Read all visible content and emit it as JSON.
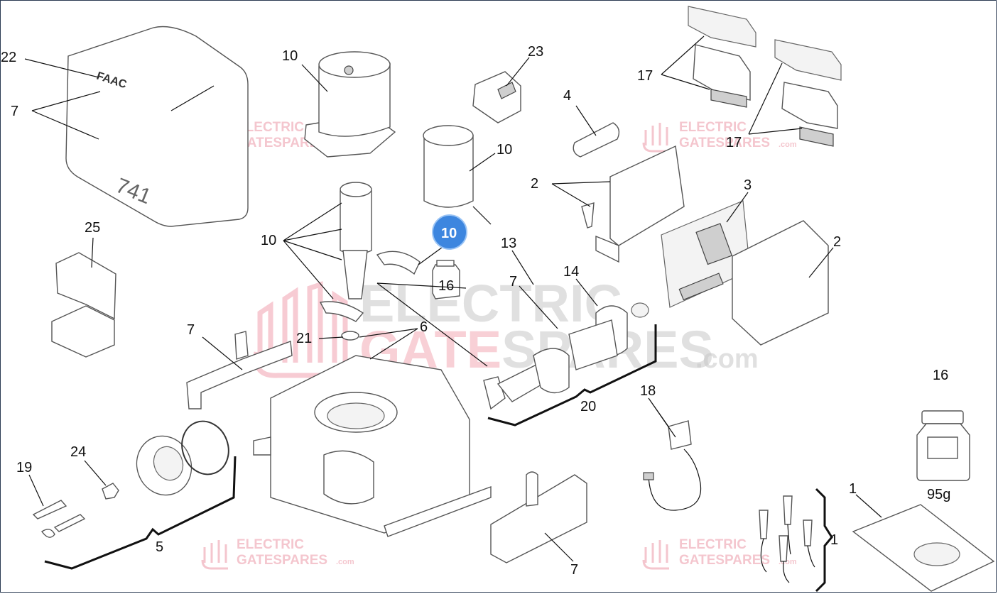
{
  "diagram": {
    "callouts": [
      "22",
      "7",
      "10",
      "23",
      "4",
      "17",
      "17",
      "10",
      "2",
      "3",
      "25",
      "10",
      "10",
      "13",
      "2",
      "16",
      "7",
      "14",
      "7",
      "6",
      "21",
      "18",
      "20",
      "16",
      "95g",
      "24",
      "19",
      "5",
      "1",
      "1",
      "7"
    ],
    "selected_badge": "10",
    "watermark": {
      "line1": "ELECTRIC",
      "line2_red": "GATE",
      "line2_grey": "SPARES",
      "suffix": ".com"
    },
    "jar_weight": "95g"
  }
}
